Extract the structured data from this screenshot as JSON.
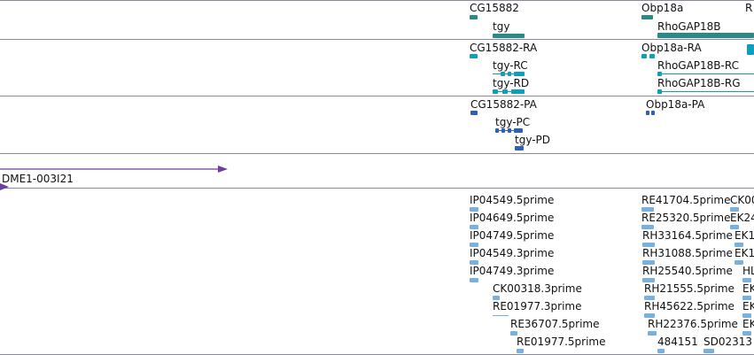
{
  "colors": {
    "gene": "#2a8a8a",
    "transcript": "#0aa0c0",
    "protein": "#2c5fc0",
    "clone": "#6a3fa0",
    "est": "#7ab0dc",
    "divider": "#8a8a9a"
  },
  "genes": {
    "cg15882": "CG15882",
    "tgy": "tgy",
    "obp18a": "Obp18a",
    "rhogap18b": "RhoGAP18B",
    "cut_r": "R"
  },
  "transcripts": {
    "cg15882_ra": "CG15882-RA",
    "tgy_rc": "tgy-RC",
    "tgy_rd": "tgy-RD",
    "obp18a_ra": "Obp18a-RA",
    "rhogap18b_rc": "RhoGAP18B-RC",
    "rhogap18b_rg": "RhoGAP18B-RG"
  },
  "proteins": {
    "cg15882_pa": "CG15882-PA",
    "tgy_pc": "tgy-PC",
    "tgy_pd": "tgy-PD",
    "obp18a_pa": "Obp18a-PA"
  },
  "clone": {
    "label": "DME1-003I21"
  },
  "ests": {
    "col1": [
      "IP04549.5prime",
      "IP04649.5prime",
      "IP04749.5prime",
      "IP04549.3prime",
      "IP04749.3prime",
      "CK00318.3prime",
      "RE01977.3prime",
      "RE36707.5prime",
      "RE01977.5prime"
    ],
    "col2": [
      "RE41704.5prime",
      "RE25320.5prime",
      "RH33164.5prime",
      "RH31088.5prime",
      "RH25540.5prime",
      "RH21555.5prime",
      "RH45622.5prime",
      "RH22376.5prime",
      "484151"
    ],
    "col3": [
      "CK00",
      "EK24",
      "EK1",
      "EK1",
      "HL",
      "EK",
      "EK",
      "EK",
      "SD02313"
    ]
  }
}
